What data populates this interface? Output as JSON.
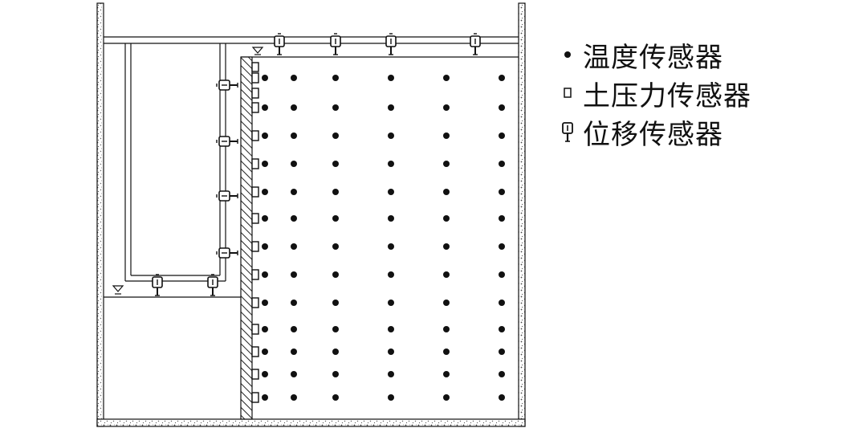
{
  "legend": {
    "items": [
      {
        "key": "temp",
        "label": "温度传感器",
        "icon": "dot-icon"
      },
      {
        "key": "pressure",
        "label": "土压力传感器",
        "icon": "small-rectangle-icon"
      },
      {
        "key": "displacement",
        "label": "位移传感器",
        "icon": "displacement-sensor-icon"
      }
    ]
  },
  "sensors": {
    "temperature_grid": {
      "columns": 6,
      "rows": 13
    },
    "earth_pressure_count": 13,
    "displacement_top_count": 4,
    "displacement_side_count": 4,
    "displacement_bottom_count": 2
  },
  "colors": {
    "line": "#111111",
    "hatch": "#222222",
    "speckle": "#555555",
    "background": "#ffffff"
  }
}
